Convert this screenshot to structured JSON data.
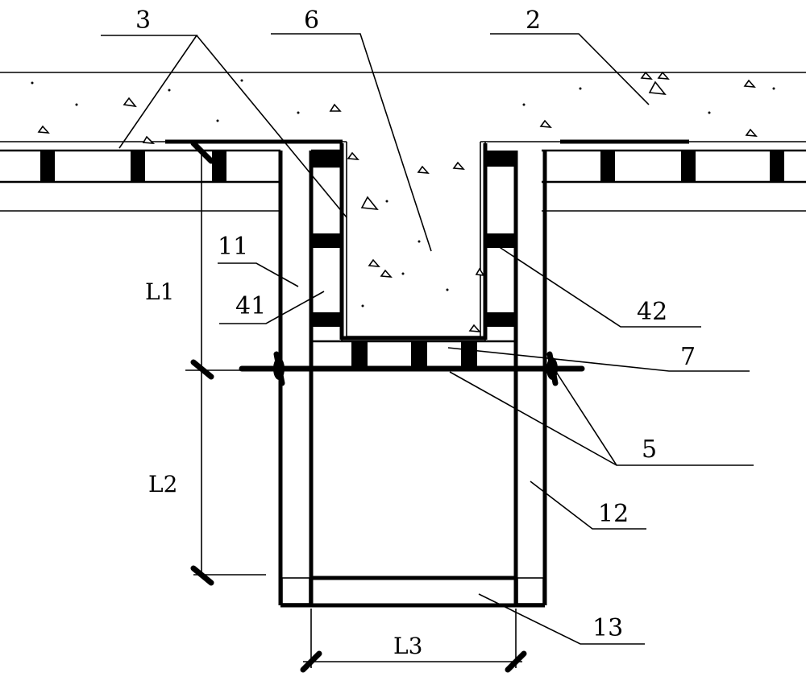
{
  "labels": {
    "l2": "2",
    "l3": "3",
    "l6": "6",
    "l11": "11",
    "l41": "41",
    "l42": "42",
    "l7": "7",
    "l5": "5",
    "l12": "12",
    "l13": "13"
  },
  "dimensions": {
    "L1": "L1",
    "L2": "L2",
    "L3": "L3"
  }
}
